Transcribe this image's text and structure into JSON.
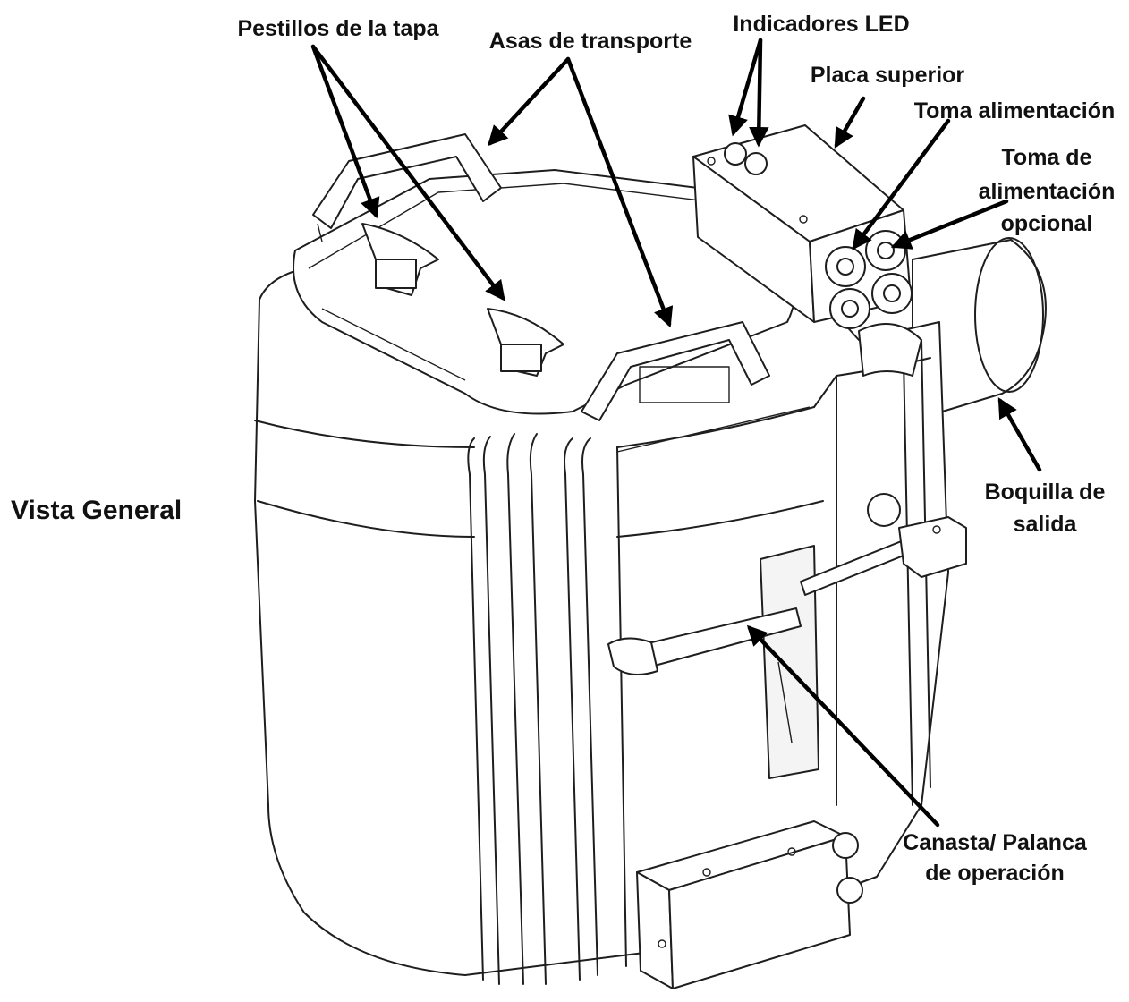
{
  "title": "Vista General",
  "labels": {
    "pestillos": "Pestillos de la tapa",
    "asas": "Asas de transporte",
    "indicadores": "Indicadores LED",
    "placa": "Placa superior",
    "toma": "Toma alimentación",
    "toma_opcional_1": "Toma de",
    "toma_opcional_2": "alimentación",
    "toma_opcional_3": "opcional",
    "boquilla_1": "Boquilla de",
    "boquilla_2": "salida",
    "canasta_1": "Canasta/ Palanca",
    "canasta_2": "de operación"
  },
  "colors": {
    "line": "#1e1e1e",
    "label": "#111111",
    "background": "#ffffff"
  }
}
